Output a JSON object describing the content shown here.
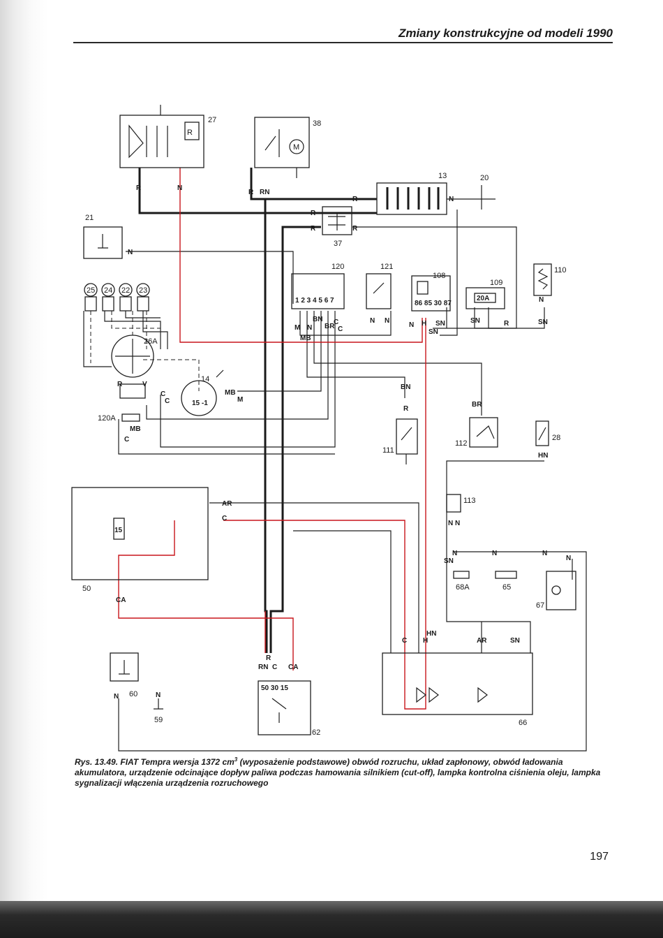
{
  "header": {
    "title": "Zmiany konstrukcyjne od modeli 1990"
  },
  "diagram": {
    "component_numbers": [
      "27",
      "38",
      "13",
      "20",
      "21",
      "37",
      "120",
      "121",
      "108",
      "109",
      "110",
      "25",
      "24",
      "22",
      "23",
      "26A",
      "14",
      "120A",
      "111",
      "112",
      "28",
      "113",
      "50",
      "68A",
      "65",
      "67",
      "60",
      "59",
      "62",
      "66"
    ],
    "wire_labels": [
      "R",
      "N",
      "RN",
      "MB",
      "BN",
      "BR",
      "C",
      "SN",
      "HN",
      "AR",
      "CA",
      "V",
      "M",
      "H",
      "NN"
    ],
    "fuse_label": "20A",
    "resistor_label": "15"
  },
  "caption": {
    "prefix": "Rys. 13.49.",
    "text_part1": " FIAT Tempra wersja 1372 cm",
    "superscript": "3",
    "text_part2": " (wyposażenie podstawowe) obwód rozruchu, układ zapłonowy, obwód ładowania akumulatora, urządzenie odcinające dopływ paliwa podczas hamowania silnikiem (cut-off), lampka kontrolna ciśnienia oleju, lampka sygnalizacji włączenia urządzenia rozruchowego"
  },
  "page_number": "197",
  "colors": {
    "ink": "#1a1a1a",
    "highlight_wire": "#c8151b",
    "background": "#ffffff"
  }
}
